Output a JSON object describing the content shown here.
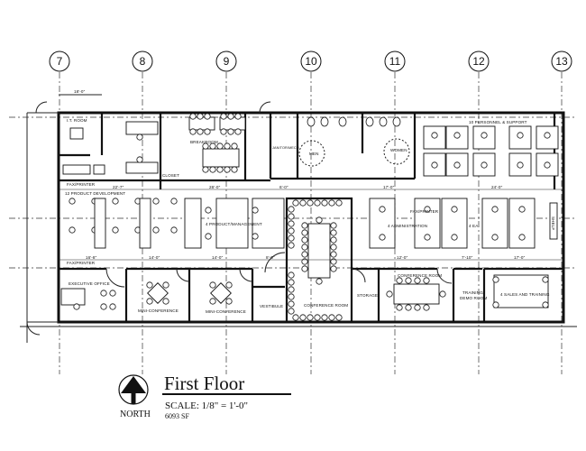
{
  "drawing": {
    "title": "First Floor",
    "scale": "SCALE:  1/8\" = 1'-0\"",
    "north_label": "NORTH",
    "area": "6093 SF"
  },
  "grid_lines": [
    "7",
    "8",
    "9",
    "10",
    "11",
    "12",
    "13"
  ],
  "rooms": {
    "it_room": "I.T. ROOM",
    "breakroom": "BREAKROOM",
    "closet": "CLOSET",
    "janitor_mech": "JANITOR/MECH",
    "men": "MEN",
    "women": "WOMEN",
    "personnel_support": "10 PERSONNEL & SUPPORT",
    "fax_printer_top": "FAX/PRINTER",
    "product_development": "12 PRODUCT DEVELOPMENT",
    "product_management": "4 PRODUCT/MANAGEMENT",
    "administration": "4 ADMINISTRATION",
    "fax_printer_admin": "FAX/PRINTER",
    "ea": "4 EA",
    "fax_printer_bottom": "FAX/PRINTER",
    "executive_office": "EXECUTIVE OFFICE",
    "mini_conference_1": "MINI-CONFERENCE",
    "mini_conference_2": "MINI-CONFERENCE",
    "vestibule": "VESTIBULE",
    "conference_room_large": "CONFERENCE ROOM",
    "storage": "STORAGE",
    "conference_room": "CONFERENCE ROOM",
    "training_demo_1": "TRAINING/",
    "training_demo_2": "DEMO ROOM",
    "sales_training": "4 SALES AND TRAINING",
    "shelf": "SHELF"
  },
  "dimensions": [
    "18'-0\"",
    "22'-7\"",
    "26'-0\"",
    "6'-0\"",
    "17'-0\"",
    "24'-0\"",
    "16'-8\"",
    "14'-0\"",
    "14'-0\"",
    "8'-0\"",
    "12'-0\"",
    "7'-10\"",
    "17'-0\""
  ]
}
